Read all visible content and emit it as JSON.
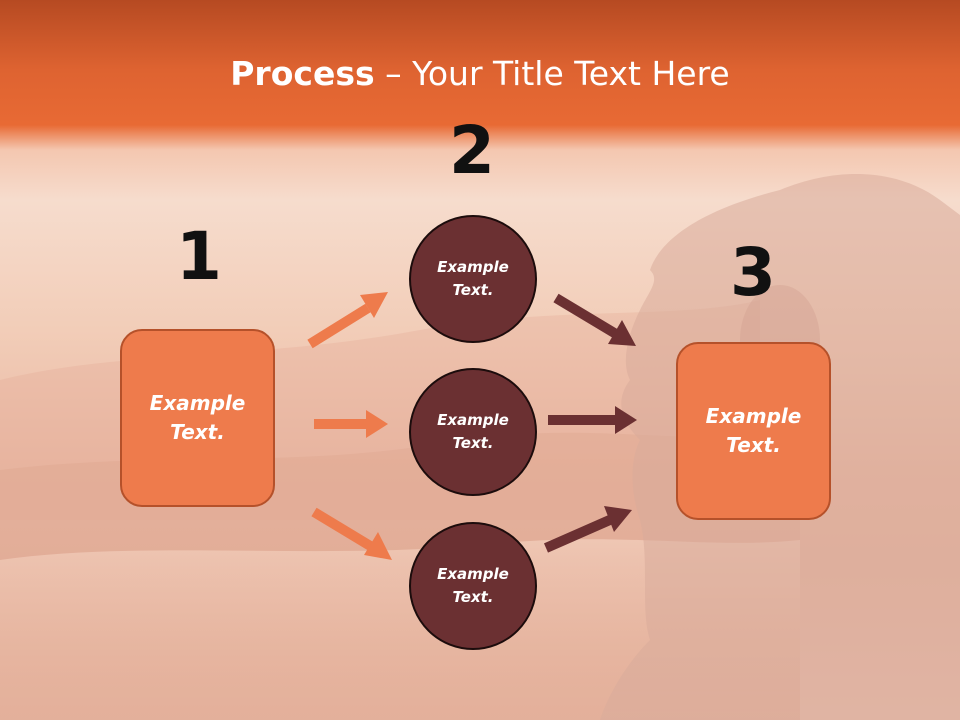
{
  "slide": {
    "title_bold": "Process",
    "title_rest": " – Your Title Text Here"
  },
  "steps": {
    "numbers": [
      "1",
      "2",
      "3"
    ],
    "box_left": {
      "label": "Example Text."
    },
    "circles": [
      {
        "label": "Example Text."
      },
      {
        "label": "Example Text."
      },
      {
        "label": "Example Text."
      }
    ],
    "box_right": {
      "label": "Example Text."
    }
  },
  "colors": {
    "header": "#e86a34",
    "box_fill": "#ee7b4c",
    "box_border": "#b5512a",
    "circle_fill": "#6b3032",
    "arrow_left": "#ee7b4c",
    "arrow_right": "#6b3032"
  }
}
